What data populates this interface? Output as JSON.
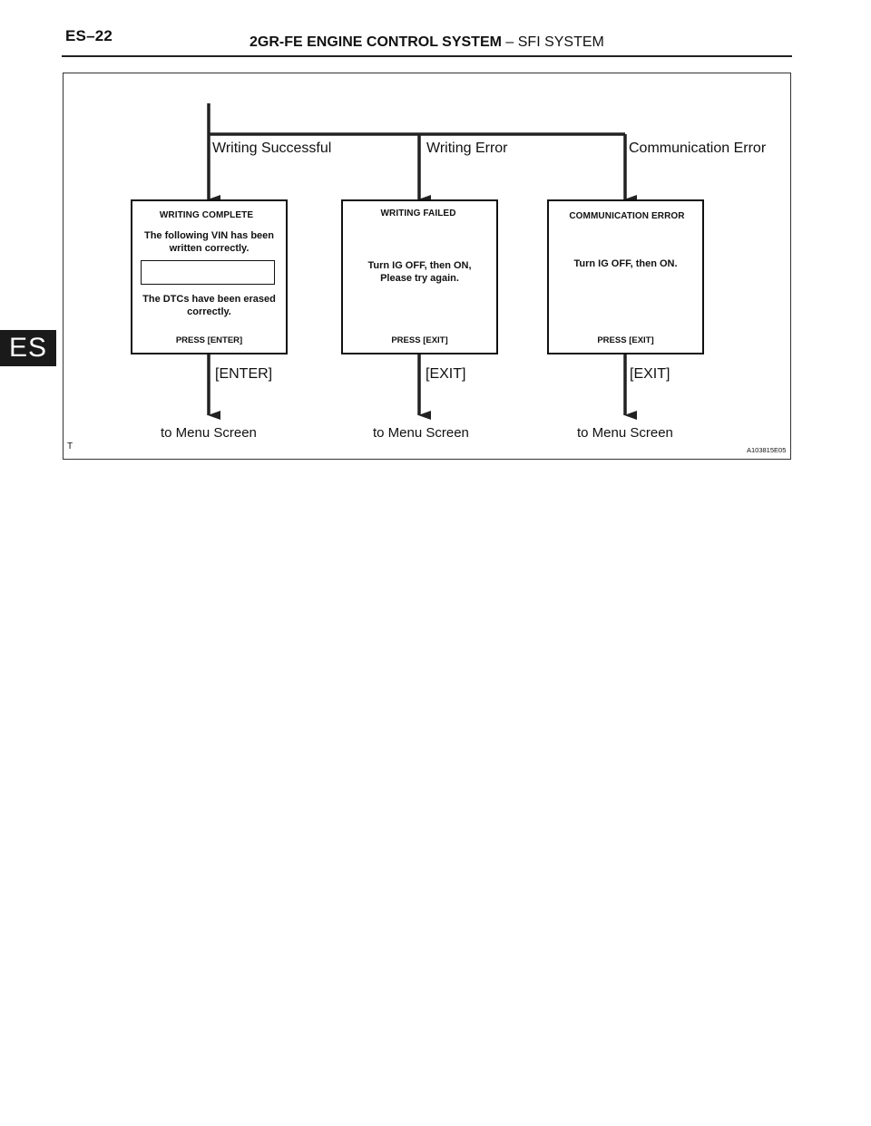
{
  "header": {
    "page_number": "ES–22",
    "title_bold": "2GR-FE ENGINE CONTROL SYSTEM",
    "title_separator": " – ",
    "title_rest": "SFI SYSTEM"
  },
  "section_tab": "ES",
  "figure": {
    "corner_mark": "T",
    "figure_id": "A103815E05",
    "branches": [
      {
        "label": "Writing Successful",
        "screen": {
          "title": "WRITING COMPLETE",
          "message_1": "The following VIN has been\nwritten correctly.",
          "vin_value": "",
          "message_2": "The DTCs have been erased\ncorrectly.",
          "press": "PRESS [ENTER]"
        },
        "key": "[ENTER]",
        "destination": "to Menu Screen"
      },
      {
        "label": "Writing Error",
        "screen": {
          "title": "WRITING  FAILED",
          "message_1": "Turn IG OFF, then ON,\nPlease try again.",
          "press": "PRESS [EXIT]"
        },
        "key": "[EXIT]",
        "destination": "to Menu Screen"
      },
      {
        "label": "Communication Error",
        "screen": {
          "title": "COMMUNICATION ERROR",
          "message_1": "Turn IG OFF, then ON.",
          "press": "PRESS [EXIT]"
        },
        "key": "[EXIT]",
        "destination": "to Menu Screen"
      }
    ]
  }
}
